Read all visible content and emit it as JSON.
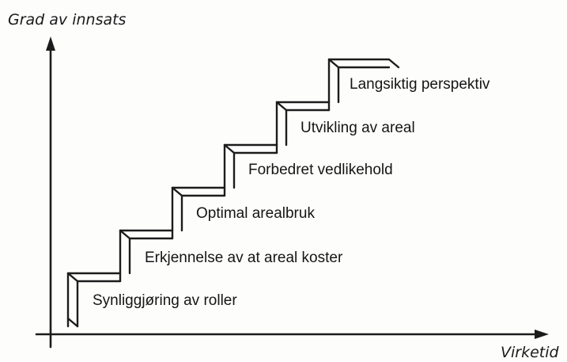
{
  "diagram": {
    "y_axis_title": "Grad av innsats",
    "x_axis_title": "Virketid",
    "steps": [
      {
        "label": "Synliggjøring av roller"
      },
      {
        "label": "Erkjennelse av at areal koster"
      },
      {
        "label": "Optimal arealbruk"
      },
      {
        "label": "Forbedret vedlikehold"
      },
      {
        "label": "Utvikling av areal"
      },
      {
        "label": "Langsiktig perspektiv"
      }
    ]
  }
}
